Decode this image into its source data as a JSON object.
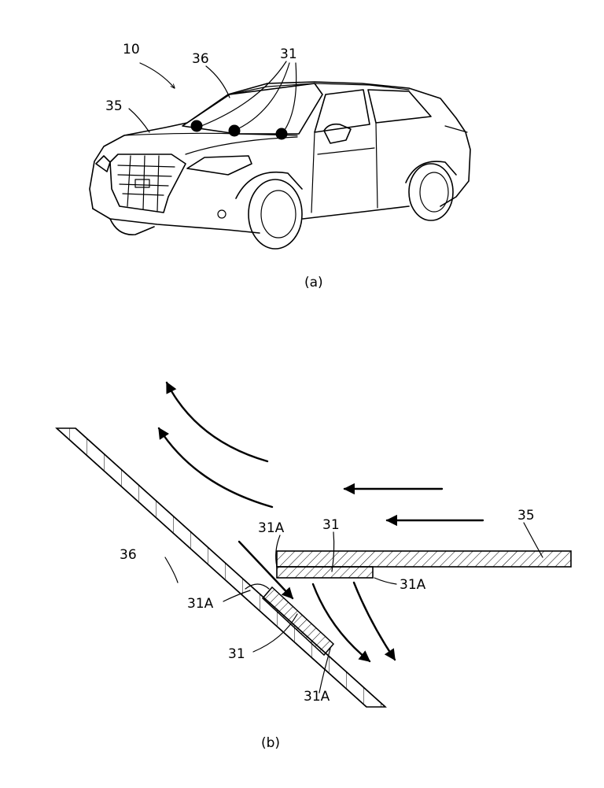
{
  "figure_a": {
    "caption": "(a)",
    "labels": {
      "vehicle": "10",
      "windshield": "36",
      "hood": "35",
      "devices": "31"
    }
  },
  "figure_b": {
    "caption": "(b)",
    "labels": {
      "windshield": "36",
      "hood": "35",
      "device_hood": "31",
      "device_windshield": "31",
      "element_top_left": "31A",
      "element_hood_bottom": "31A",
      "element_windshield_upper": "31A",
      "element_windshield_lower": "31A"
    }
  },
  "colors": {
    "ink": "#000000",
    "paper": "#ffffff"
  }
}
